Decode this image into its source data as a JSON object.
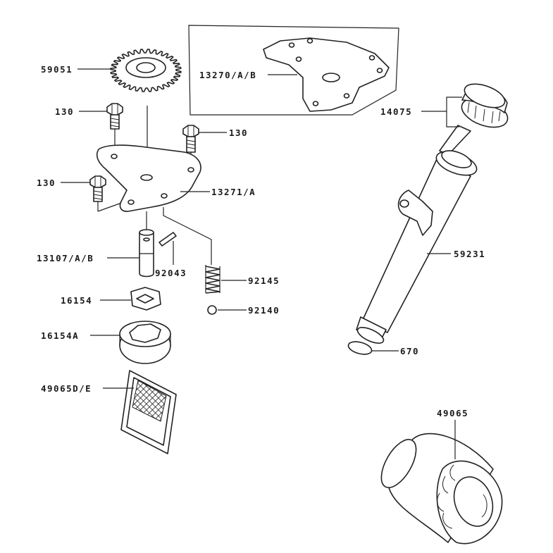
{
  "labels": {
    "gear": "59051",
    "bolt_top_left": "130",
    "bolt_top_right": "130",
    "bolt_left": "130",
    "cover_plate": "13270/A/B",
    "plate": "13271/A",
    "shaft": "13107/A/B",
    "pin": "92043",
    "spring": "92145",
    "ball": "92140",
    "inner_rotor": "16154",
    "outer_rotor": "16154A",
    "strainer": "49065D/E",
    "dipstick": "14075",
    "filler_tube": "59231",
    "o_ring": "670",
    "oil_filter": "49065"
  },
  "colors": {
    "ink": "#222222",
    "paper": "#ffffff"
  }
}
